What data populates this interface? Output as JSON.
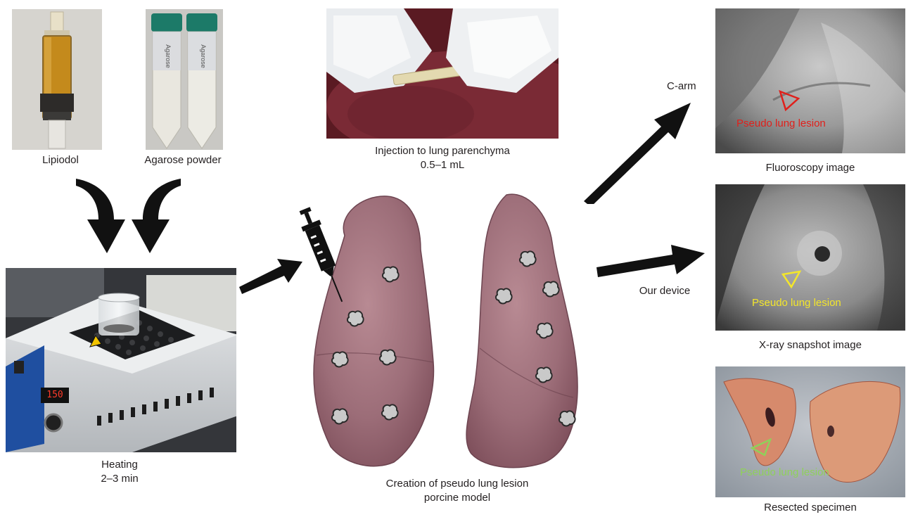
{
  "materials": {
    "lipiodol_caption": "Lipiodol",
    "agarose_caption": "Agarose powder",
    "tube_label_1": "Agarose",
    "tube_label_2": "Agarose"
  },
  "heating": {
    "caption_line1": "Heating",
    "caption_line2": "2–3 min",
    "display_value": "150"
  },
  "injection": {
    "caption_line1": "Injection to lung parenchyma",
    "caption_line2": "0.5–1 mL"
  },
  "model": {
    "caption_line1": "Creation of pseudo lung lesion",
    "caption_line2": "porcine model"
  },
  "methods": {
    "carm_label": "C-arm",
    "device_label": "Our device"
  },
  "results": {
    "fluoroscopy": {
      "caption": "Fluoroscopy image",
      "lesion_label": "Pseudo lung lesion",
      "marker_color": "#e0201b"
    },
    "xray": {
      "caption": "X-ray snapshot image",
      "lesion_label": "Pseudo lung lesion",
      "marker_color": "#f3e62b"
    },
    "specimen": {
      "caption": "Resected specimen",
      "lesion_label": "Pseudo lung lesion",
      "marker_color": "#8fd15a"
    }
  }
}
